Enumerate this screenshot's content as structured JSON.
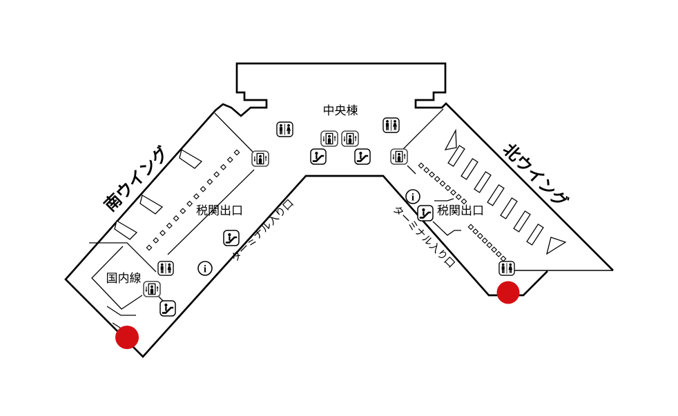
{
  "map": {
    "name": "airport-terminal-floor-map",
    "colors": {
      "background": "#ffffff",
      "outline": "#000000",
      "marker": "#d40f14"
    },
    "labels": {
      "central_building": "中央棟",
      "south_wing": "南ウイング",
      "north_wing": "北ウイング",
      "customs_exit_south": "税関出口",
      "customs_exit_north": "税関出口",
      "terminal_entrance_south": "ターミナル入り口",
      "terminal_entrance_north": "ターミナル入り口",
      "domestic_flights": "国内線"
    },
    "information_glyph": "i",
    "facilities": {
      "restrooms": [
        {
          "area": "central-west"
        },
        {
          "area": "central-east"
        },
        {
          "area": "south-wing-lower"
        },
        {
          "area": "north-wing-lower"
        }
      ],
      "elevators": [
        {
          "area": "central-west"
        },
        {
          "area": "central-east"
        },
        {
          "area": "south-wing-upper"
        },
        {
          "area": "north-wing-upper"
        },
        {
          "area": "south-wing-lower"
        }
      ],
      "escalators": [
        {
          "area": "central-west"
        },
        {
          "area": "central-east"
        },
        {
          "area": "south-wing-mid"
        },
        {
          "area": "south-wing-lower"
        },
        {
          "area": "north-wing-mid"
        }
      ],
      "information_points": [
        {
          "area": "south-wing"
        },
        {
          "area": "north-wing"
        }
      ]
    },
    "markers": [
      {
        "id": "south-wing-entrance-marker"
      },
      {
        "id": "north-wing-entrance-marker"
      }
    ]
  }
}
